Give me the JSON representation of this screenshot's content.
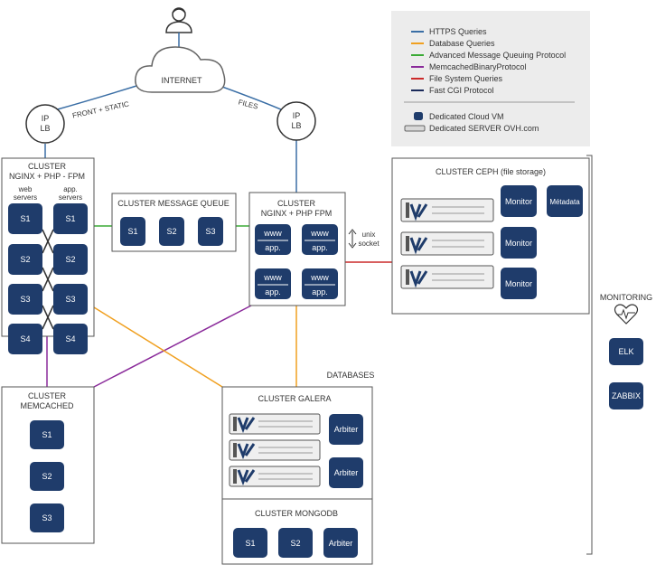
{
  "legend": {
    "items": [
      {
        "label": "HTTPS Queries",
        "color": "#3a6ea5"
      },
      {
        "label": "Database Queries",
        "color": "#f0a020"
      },
      {
        "label": "Advanced Message Queuing Protocol",
        "color": "#3aaa35"
      },
      {
        "label": "MemcachedBinaryProtocol",
        "color": "#8a2a9a"
      },
      {
        "label": "File System Queries",
        "color": "#cc2a2a"
      },
      {
        "label": "Fast CGI Protocol",
        "color": "#1a2a5a"
      }
    ],
    "vm_label": "Dedicated Cloud VM",
    "server_label": "Dedicated SERVER OVH.com"
  },
  "internet": {
    "label": "INTERNET",
    "user_icon": "user-icon",
    "cloud_icon": "cloud-icon"
  },
  "links": {
    "front_static": "FRONT + STATIC",
    "files": "FILES"
  },
  "lb": {
    "line1": "IP",
    "line2": "LB"
  },
  "cluster_web": {
    "title1": "CLUSTER",
    "title2": "NGINX + PHP - FPM",
    "col1_l1": "web",
    "col1_l2": "servers",
    "col2_l1": "app.",
    "col2_l2": "servers",
    "web_nodes": [
      "S1",
      "S2",
      "S3",
      "S4"
    ],
    "app_nodes": [
      "S1",
      "S2",
      "S3",
      "S4"
    ]
  },
  "cluster_mq": {
    "title": "CLUSTER MESSAGE QUEUE",
    "nodes": [
      "S1",
      "S2",
      "S3"
    ]
  },
  "cluster_fpm": {
    "title1": "CLUSTER",
    "title2": "NGINX + PHP FPM",
    "chip_top": "www",
    "chip_bottom": "app.",
    "socket1": "unix",
    "socket2": "socket"
  },
  "cluster_ceph": {
    "title": "CLUSTER CEPH (file storage)",
    "monitor": "Monitor",
    "metadata": "Métadata"
  },
  "monitoring": {
    "title": "MONITORING",
    "heart_icon": "heart-pulse-icon",
    "elk": "ELK",
    "zabbix": "ZABBIX"
  },
  "cluster_memcached": {
    "title1": "CLUSTER",
    "title2": "MEMCACHED",
    "nodes": [
      "S1",
      "S2",
      "S3"
    ]
  },
  "databases": {
    "label": "DATABASES",
    "galera_title": "CLUSTER GALERA",
    "arbiter": "Arbiter",
    "mongodb_title": "CLUSTER MONGODB",
    "mongodb_nodes": [
      "S1",
      "S2",
      "Arbiter"
    ]
  },
  "colors": {
    "chip": "#1f3c6b",
    "border": "#555555",
    "https": "#3a6ea5",
    "db": "#f0a020",
    "amqp": "#3aaa35",
    "memcached": "#8a2a9a",
    "fs": "#cc2a2a",
    "legend_bg": "#ececec"
  }
}
